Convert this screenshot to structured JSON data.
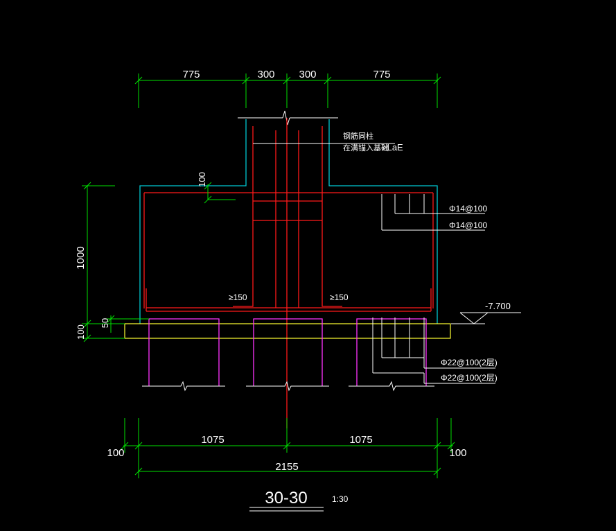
{
  "drawing": {
    "title": "30-30",
    "scale": "1:30",
    "colors": {
      "background": "#000000",
      "concrete": "#00c8d2",
      "rebar": "#ff1a1a",
      "dimension": "#00e000",
      "pile": "#ff33ff",
      "cushion": "#ffff33",
      "leader": "#ffffff",
      "text": "#ffffff"
    },
    "dims": {
      "top": [
        "775",
        "300",
        "300",
        "775"
      ],
      "bottom": [
        "100",
        "1075",
        "1075",
        "100"
      ],
      "total": "2155",
      "height": "1000",
      "cover_top": "100",
      "cushion_gap": "50",
      "cushion_thickness": "100"
    },
    "notes": {
      "column_bar_line1": "钢筋同柱",
      "column_bar_line2": "在满锚入基础",
      "anchor": ">LaE",
      "bar_top_1": "Φ14@100",
      "bar_top_2": "Φ14@100",
      "bar_bottom_1": "Φ22@100(2层)",
      "bar_bottom_2": "Φ22@100(2层)",
      "hook_left": "≥150",
      "hook_right": "≥150",
      "elevation": "-7.700"
    }
  }
}
